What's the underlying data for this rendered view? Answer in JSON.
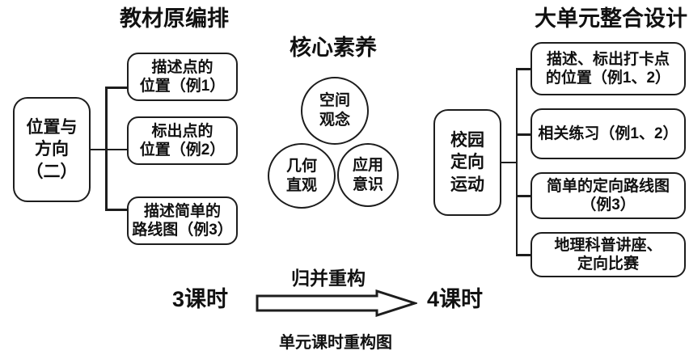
{
  "diagram": {
    "caption": "单元课时重构图",
    "accent_color": "#1d1d1d",
    "background_color": "#ffffff"
  },
  "left_section": {
    "heading": "教材原编排",
    "root": "位置与\n方向\n（二）",
    "root_lines": [
      "位置与",
      "方向",
      "（二）"
    ],
    "children": [
      {
        "lines": [
          "描述点的",
          "位置（例1）"
        ]
      },
      {
        "lines": [
          "标出点的",
          "位置（例2）"
        ]
      },
      {
        "lines": [
          "描述简单的",
          "路线图（例3）"
        ]
      }
    ],
    "hours_label": "3课时"
  },
  "center_section": {
    "heading": "核心素养",
    "circles": [
      {
        "name": "spatial-concept",
        "lines": [
          "空间",
          "观念"
        ]
      },
      {
        "name": "geometric-intuition",
        "lines": [
          "几何",
          "直观"
        ]
      },
      {
        "name": "application-awareness",
        "lines": [
          "应用",
          "意识"
        ]
      }
    ]
  },
  "right_section": {
    "heading": "大单元整合设计",
    "root_lines": [
      "校园",
      "定向",
      "运动"
    ],
    "children": [
      {
        "lines": [
          "描述、标出打卡点",
          "的位置（例1、2）"
        ]
      },
      {
        "lines": [
          "相关练习（例1、2）"
        ]
      },
      {
        "lines": [
          "简单的定向路线图",
          "（例3）"
        ]
      },
      {
        "lines": [
          "地理科普讲座、",
          "定向比赛"
        ]
      }
    ],
    "hours_label": "4课时"
  },
  "transform": {
    "arrow_label": "归并重构",
    "from_label": "3课时",
    "to_label": "4课时"
  }
}
